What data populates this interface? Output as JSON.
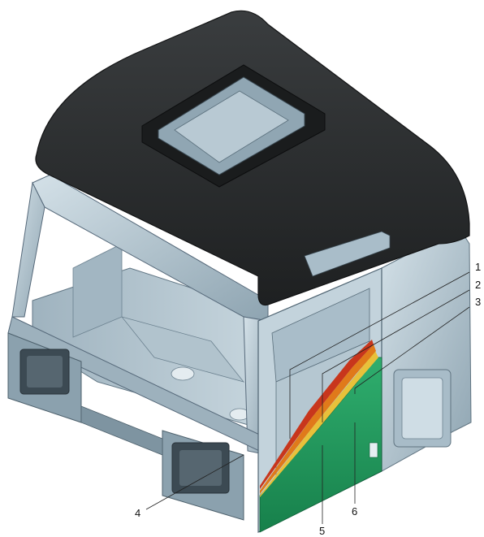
{
  "callouts": [
    {
      "id": "1",
      "label": "1"
    },
    {
      "id": "2",
      "label": "2"
    },
    {
      "id": "3",
      "label": "3"
    },
    {
      "id": "4",
      "label": "4"
    },
    {
      "id": "5",
      "label": "5"
    },
    {
      "id": "6",
      "label": "6"
    }
  ],
  "colors": {
    "roof": "#2b2d2e",
    "frame": "#b8c9d3",
    "frame_dark": "#7d93a0",
    "panel_green": "#1f9a5c",
    "panel_orange": "#e07a1a",
    "panel_red": "#c8361c",
    "panel_yellow": "#e8c13a"
  }
}
